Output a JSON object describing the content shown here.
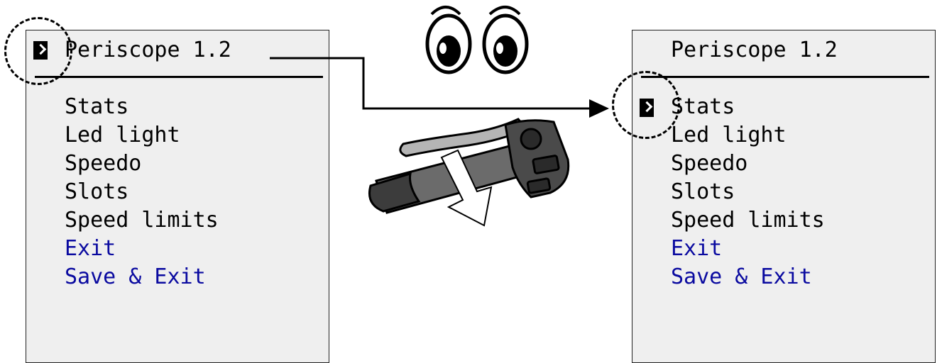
{
  "left_screen": {
    "title": "Periscope 1.2",
    "menu_items": [
      {
        "label": "Stats",
        "kind": "item"
      },
      {
        "label": "Led light",
        "kind": "item"
      },
      {
        "label": "Speedo",
        "kind": "item"
      },
      {
        "label": "Slots",
        "kind": "item"
      },
      {
        "label": "Speed limits",
        "kind": "item"
      },
      {
        "label": "Exit",
        "kind": "action"
      },
      {
        "label": "Save & Exit",
        "kind": "action"
      }
    ],
    "selected": "title"
  },
  "right_screen": {
    "title": "Periscope 1.2",
    "menu_items": [
      {
        "label": "Stats",
        "kind": "item"
      },
      {
        "label": "Led light",
        "kind": "item"
      },
      {
        "label": "Speedo",
        "kind": "item"
      },
      {
        "label": "Slots",
        "kind": "item"
      },
      {
        "label": "Speed limits",
        "kind": "item"
      },
      {
        "label": "Exit",
        "kind": "action"
      },
      {
        "label": "Save & Exit",
        "kind": "action"
      }
    ],
    "selected": "Stats"
  },
  "icons": {
    "eyes": "cartoon-eyes-icon",
    "handlebar": "brake-lever-handlebar-icon",
    "press_arrow": "down-arrow-icon",
    "cursor": "selection-cursor-icon"
  },
  "colors": {
    "lcd_background": "#efefef",
    "text": "#000000",
    "action_text": "#0a0aa0"
  }
}
